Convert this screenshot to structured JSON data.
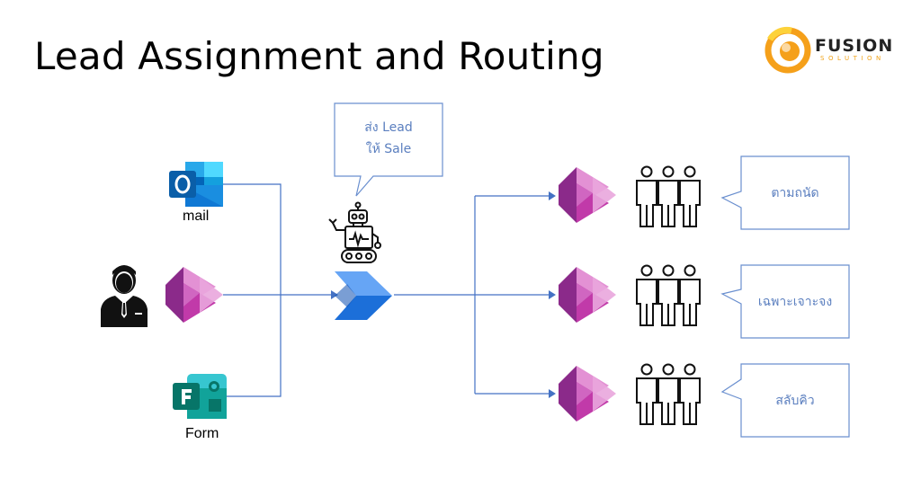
{
  "title": "Lead Assignment and Routing",
  "logo": {
    "word": "FUSION",
    "sub": "SOLUTION"
  },
  "sources": [
    {
      "label": "mail",
      "icon": "outlook-icon"
    },
    {
      "label": "",
      "icon": "power-apps-icon"
    },
    {
      "label": "Form",
      "icon": "forms-icon"
    }
  ],
  "bot_callout": {
    "line1": "ส่ง Lead",
    "line2": "ให้ Sale"
  },
  "targets": [
    {
      "label": "ตามถนัด"
    },
    {
      "label": "เฉพาะเจาะจง"
    },
    {
      "label": "สลับคิว"
    }
  ],
  "colors": {
    "line": "#4472c4",
    "callout_border": "#6a8fcf",
    "callout_text": "#5b7fbf",
    "power_apps": "#a33ca0",
    "outlook": "#0f6cbd",
    "forms": "#077568",
    "automate": "#1c6fd9",
    "logo_orange": "#f5a01a"
  }
}
